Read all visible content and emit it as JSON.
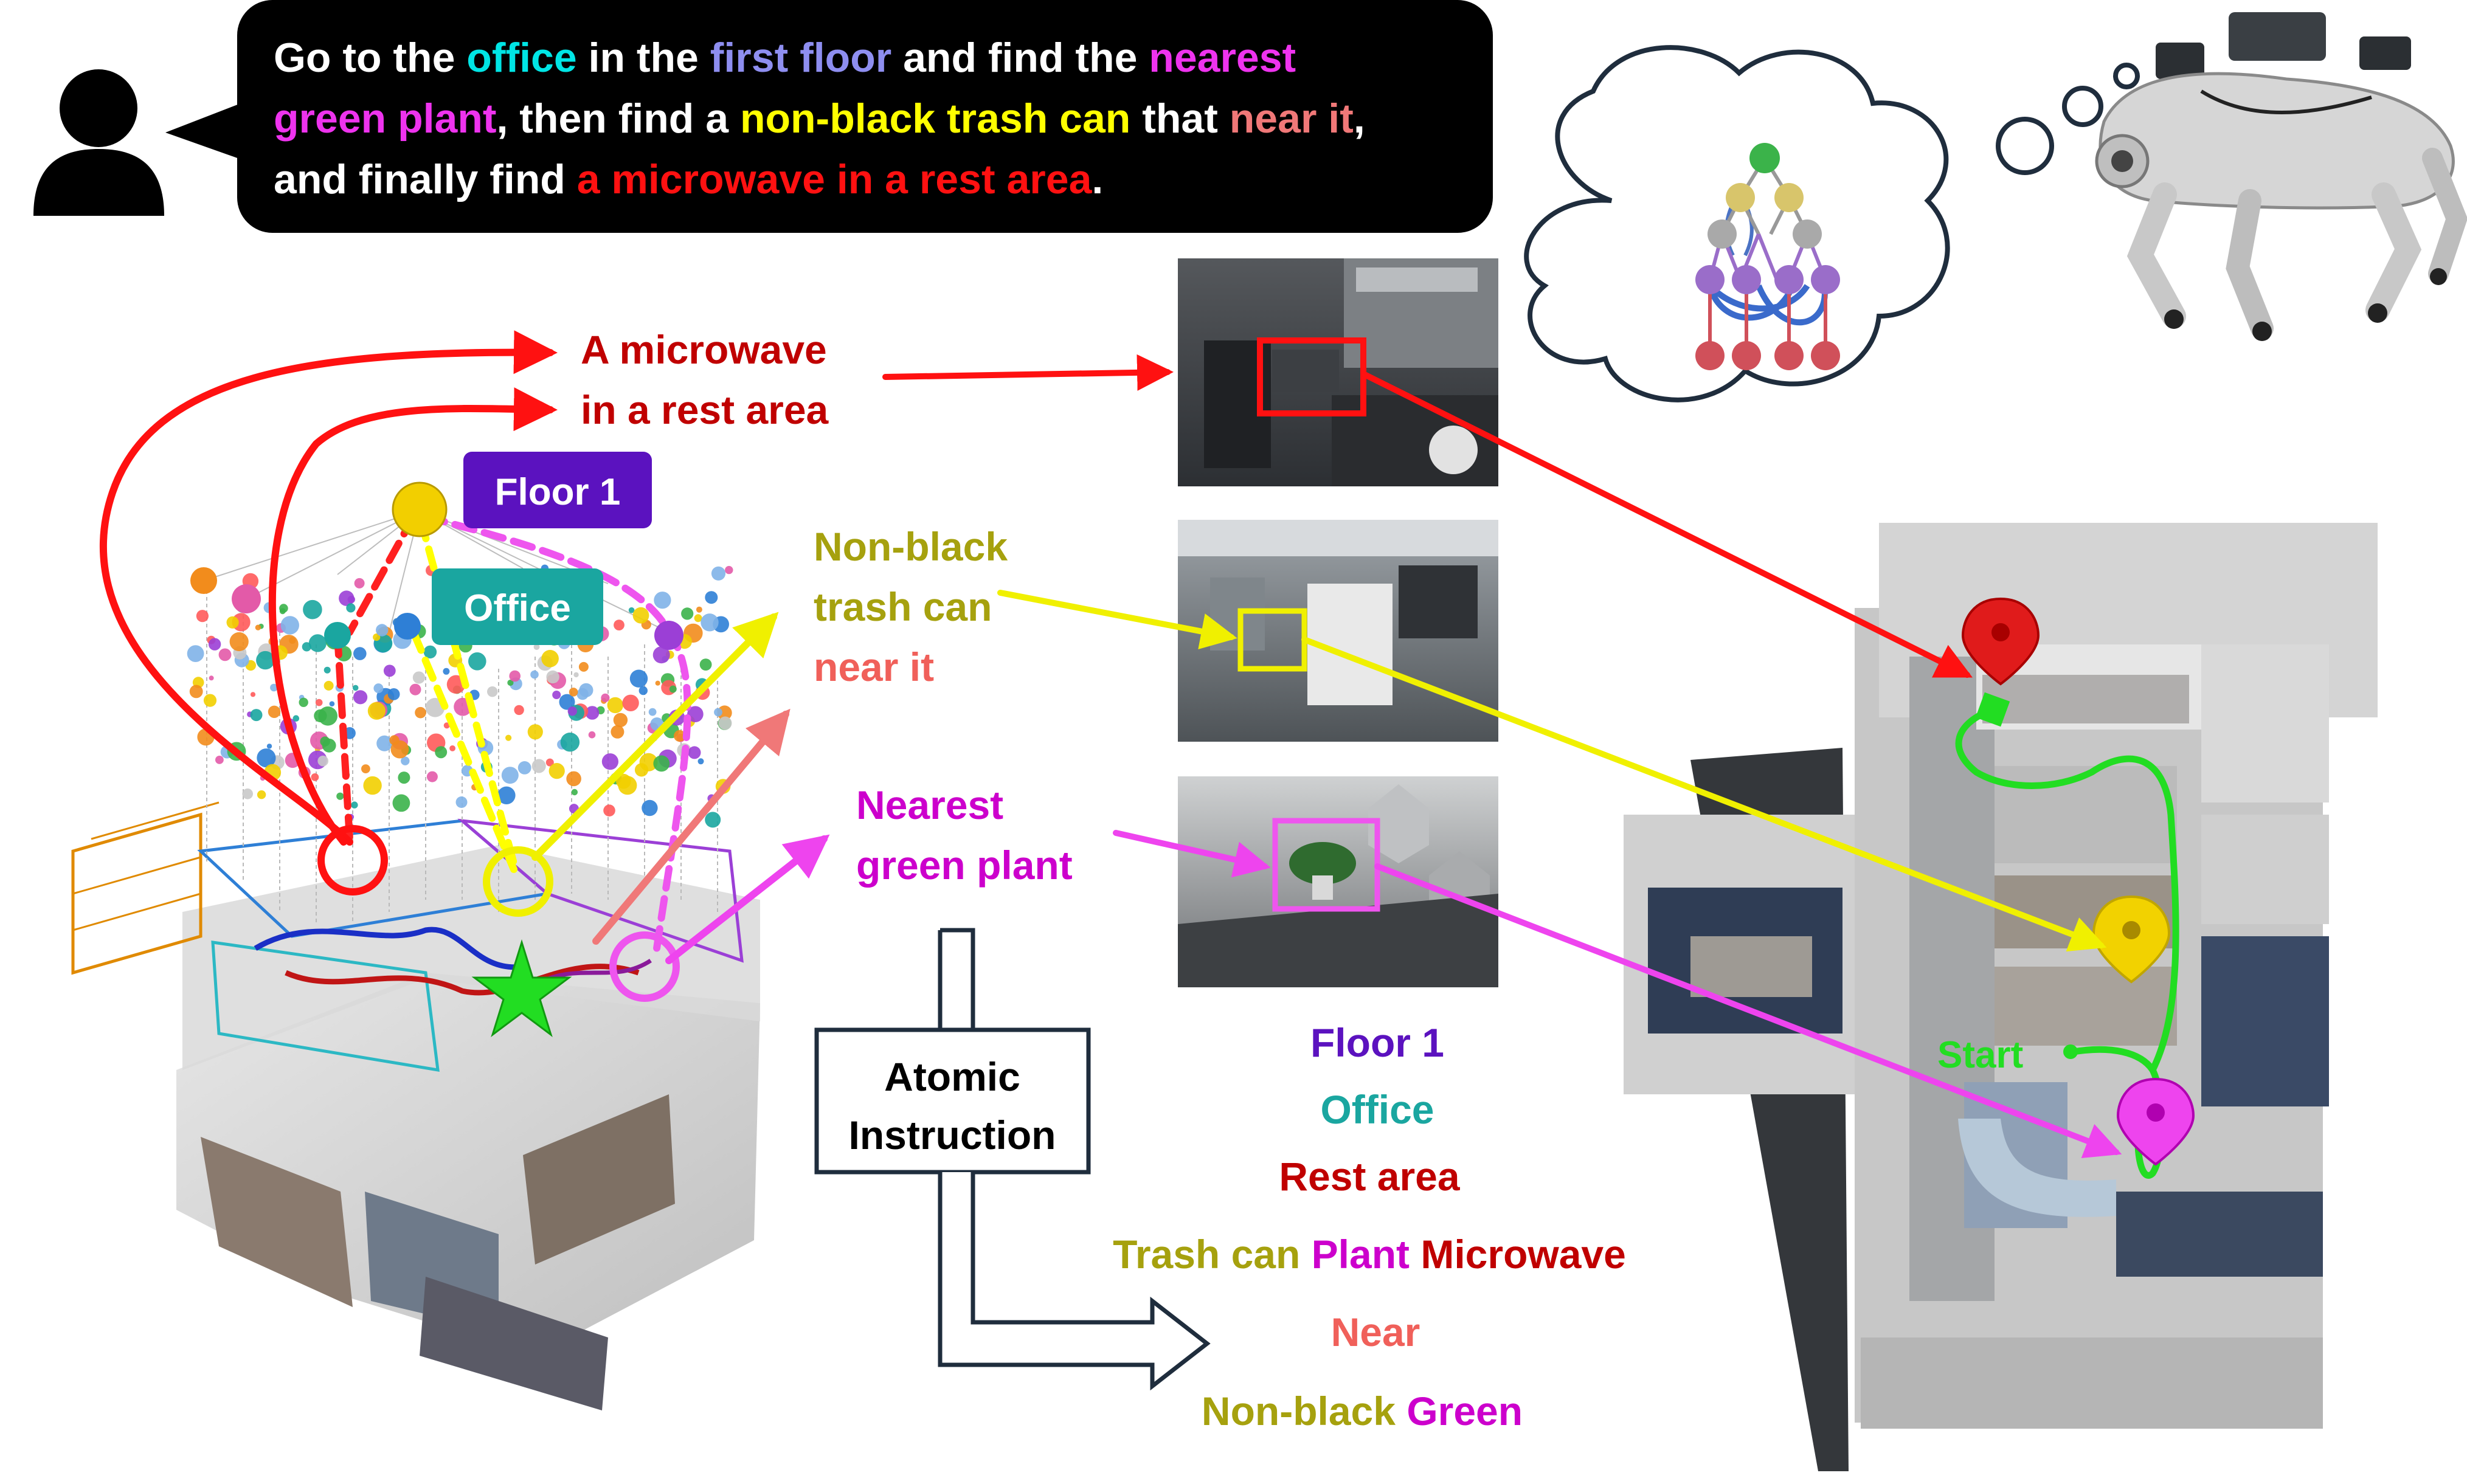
{
  "instruction": {
    "l1": [
      "Go to the ",
      "office",
      " in the ",
      "first floor",
      " and find the ",
      "nearest"
    ],
    "l2": [
      "green plant",
      ", then find a ",
      "non-black trash can",
      " that ",
      "near it",
      ","
    ],
    "l3": [
      "and finally find ",
      "a microwave in a rest area",
      "."
    ]
  },
  "labels": {
    "floor": "Floor 1",
    "office": "Office",
    "microwave_l1": "A microwave",
    "microwave_l2": "in a rest area",
    "trash_l1": "Non-black",
    "trash_l2": "trash can",
    "trash_l3": "near it",
    "plant_l1": "Nearest",
    "plant_l2": "green plant",
    "atomic_l1": "Atomic",
    "atomic_l2": "Instruction",
    "start": "Start"
  },
  "atomic": {
    "floor": "Floor 1",
    "office": "Office",
    "rest_area": "Rest area",
    "trash_can": "Trash can",
    "plant": "Plant",
    "microwave": "Microwave",
    "near": "Near",
    "nonblack": "Non-black",
    "green": "Green"
  },
  "colors": {
    "office": "#00e5e5",
    "floor": "#8e8ef0",
    "plant": "#ee33ee",
    "trash": "#ffff00",
    "near": "#f07878",
    "microwave": "#ff1111",
    "floor_box": "#5b12bf",
    "office_box": "#1aa6a0",
    "dark_red": "#c00000",
    "olive": "#a6a10e",
    "magenta": "#cc00cc",
    "salmon": "#f0605a",
    "path_green": "#22dd22"
  },
  "icons": [
    "user-icon",
    "thought-bubble-icon",
    "scene-graph-icon",
    "robot-dog",
    "map-pin-icon",
    "star-icon"
  ]
}
